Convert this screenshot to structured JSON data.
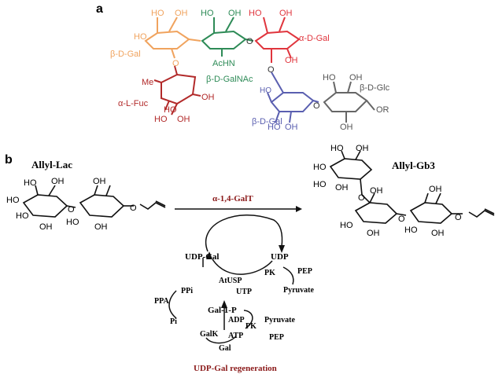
{
  "panel_a": {
    "letter": "a",
    "unit_labels": {
      "b_d_gal_top": "β-D-Gal",
      "b_d_galnac": "β-D-GalNAc",
      "a_d_gal": "α-D-Gal",
      "a_l_fuc": "α-L-Fuc",
      "b_d_gal_low": "β-D-Gal",
      "b_d_glc": "β-D-Glc"
    },
    "groups": {
      "ho": "HO",
      "oh": "OH",
      "acnh": "AcHN",
      "me": "Me",
      "or": "OR",
      "o": "O"
    },
    "colors": {
      "gal_top": "#f0a35e",
      "galnac": "#2e8b57",
      "a_gal": "#e0353d",
      "fuc": "#b22a2a",
      "b_gal_low": "#5a5fb0",
      "glc": "#555555"
    }
  },
  "panel_b": {
    "letter": "b",
    "substrate": "Allyl-Lac",
    "product": "Allyl-Gb3",
    "enzyme": "α-1,4-GalT",
    "cycle": {
      "udp_gal": "UDP-Gal",
      "udp": "UDP",
      "pk": "PK",
      "pep": "PEP",
      "pyruvate": "Pyruvate",
      "atusp": "AtUSP",
      "utp": "UTP",
      "ppi": "PPi",
      "ppa": "PPA",
      "pi": "Pi",
      "gal_1_p": "Gal-1-P",
      "adp": "ADP",
      "pk2": "PK",
      "pyruvate2": "Pyruvate",
      "pep2": "PEP",
      "galk": "GalK",
      "atp": "ATP",
      "gal": "Gal"
    },
    "caption": "UDP-Gal regeneration",
    "caption_color": "#8b1a1a"
  }
}
